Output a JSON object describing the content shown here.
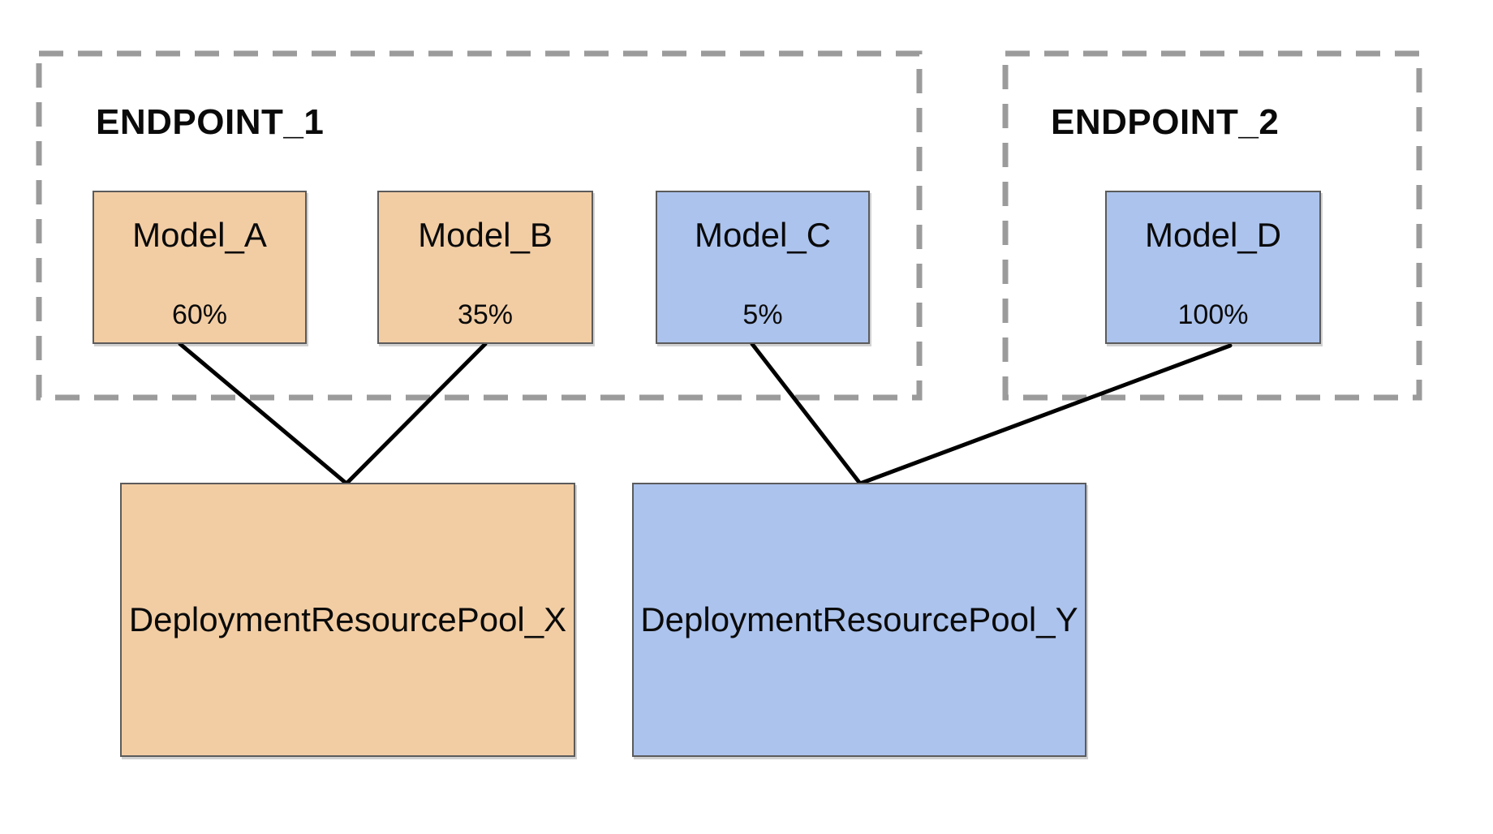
{
  "colors": {
    "canvas_bg": "#ffffff",
    "orange_fill": "#f2cda4",
    "blue_fill": "#acc3ed",
    "node_border": "#5b5b5b",
    "dashed_border": "#9b9b9b",
    "edge_color": "#000000",
    "text_color": "#0a0a0a"
  },
  "endpoints": [
    {
      "label": "ENDPOINT_1"
    },
    {
      "label": "ENDPOINT_2"
    }
  ],
  "models": [
    {
      "label": "Model_A",
      "traffic_split": "60%",
      "endpoint": "ENDPOINT_1",
      "pool": "DeploymentResourcePool_X",
      "group": "orange"
    },
    {
      "label": "Model_B",
      "traffic_split": "35%",
      "endpoint": "ENDPOINT_1",
      "pool": "DeploymentResourcePool_X",
      "group": "orange"
    },
    {
      "label": "Model_C",
      "traffic_split": "5%",
      "endpoint": "ENDPOINT_1",
      "pool": "DeploymentResourcePool_Y",
      "group": "blue"
    },
    {
      "label": "Model_D",
      "traffic_split": "100%",
      "endpoint": "ENDPOINT_2",
      "pool": "DeploymentResourcePool_Y",
      "group": "blue"
    }
  ],
  "pools": [
    {
      "label": "DeploymentResourcePool_X",
      "group": "orange"
    },
    {
      "label": "DeploymentResourcePool_Y",
      "group": "blue"
    }
  ]
}
